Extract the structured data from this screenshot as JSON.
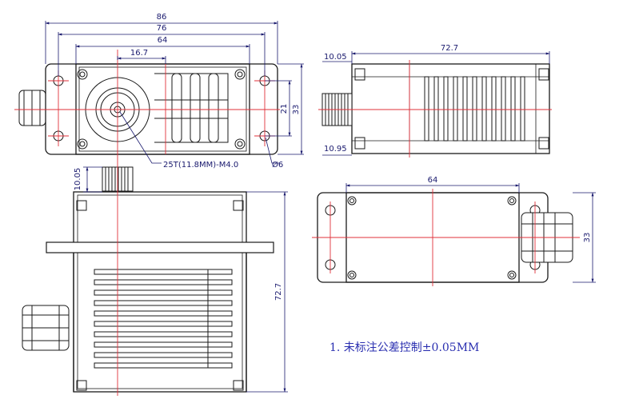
{
  "dimensions": {
    "top_view": {
      "overall_width": "86",
      "hole_spacing": "76",
      "body_width": "64",
      "spline_offset": "16.7",
      "hole_pitch_vertical": "21",
      "height": "33",
      "spline_callout": "25T(11.8MM)-M4.0",
      "hole_diameter": "Ø6"
    },
    "side_view": {
      "length": "72.7",
      "spline_top": "10.05",
      "spline_bottom": "10.95"
    },
    "front_view": {
      "spline_height": "10.05",
      "length": "72.7"
    },
    "bottom_view": {
      "body_width": "64",
      "height": "33"
    }
  },
  "note": "1. 未标注公差控制±0.05MM",
  "colors": {
    "outline": "#1a1a1a",
    "centerline": "#e0303a",
    "dimension": "#1a1a6e",
    "note": "#2a2fb0"
  }
}
